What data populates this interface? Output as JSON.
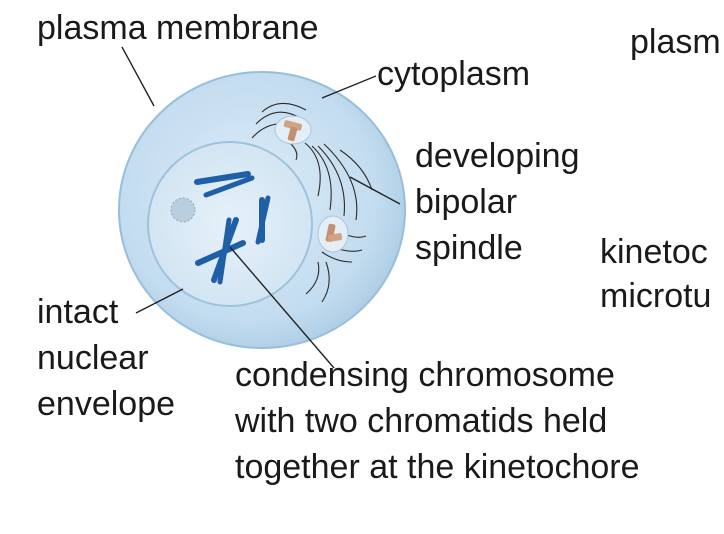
{
  "labels": {
    "plasma_membrane": "plasma membrane",
    "cytoplasm": "cytoplasm",
    "developing_spindle": [
      "developing",
      "bipolar",
      "spindle"
    ],
    "nuclear_envelope": [
      "intact",
      "nuclear",
      "envelope"
    ],
    "chromosome": [
      "condensing chromosome",
      "with two chromatids held",
      "together at the kinetochore"
    ],
    "cut_off_right": [
      "plasm",
      "kinetoc",
      "microtu"
    ]
  },
  "colors": {
    "cell_fill": "#c6def0",
    "cell_edge": "#9fc3df",
    "nucleus_fill": "#dcebf6",
    "chromosome": "#1f5fa8",
    "centrosome": "#c99a7a",
    "leader": "#222222"
  }
}
